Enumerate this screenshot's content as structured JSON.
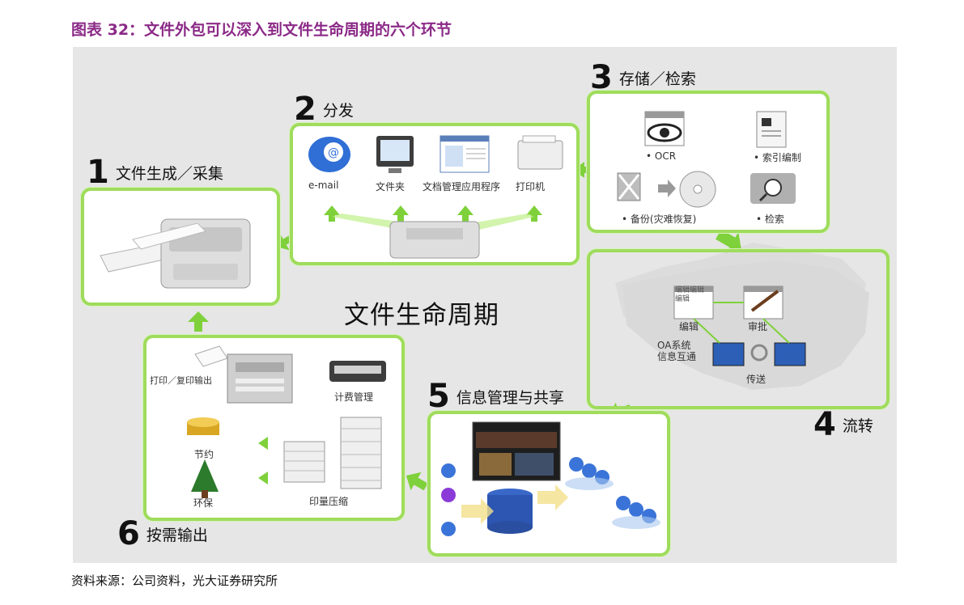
{
  "title": "图表 32：文件外包可以深入到文件生命周期的六个环节",
  "source": "资料来源：公司资料，光大证券研究所",
  "center_label": "文件生命周期",
  "steps": [
    {
      "num": "1",
      "label": "文件生成／采集"
    },
    {
      "num": "2",
      "label": "分发"
    },
    {
      "num": "3",
      "label": "存储／检索"
    },
    {
      "num": "4",
      "label": "流转"
    },
    {
      "num": "5",
      "label": "信息管理与共享"
    },
    {
      "num": "6",
      "label": "按需输出"
    }
  ],
  "distribute": [
    "e-mail",
    "文件夹",
    "文档管理应用程序",
    "打印机"
  ],
  "storage": [
    "• OCR",
    "• 索引编制",
    "• 备份(灾难恢复)",
    "• 检索"
  ],
  "flow": {
    "edit": "编辑",
    "approve": "审批",
    "transfer": "传送",
    "oa1": "OA系统",
    "oa2": "信息互通",
    "doc_lines": [
      "编辑编辑",
      "编辑"
    ]
  },
  "output": {
    "print": "打印／复印输出",
    "billing": "计费管理",
    "save": "节约",
    "green": "环保",
    "compress": "印量压缩"
  }
}
